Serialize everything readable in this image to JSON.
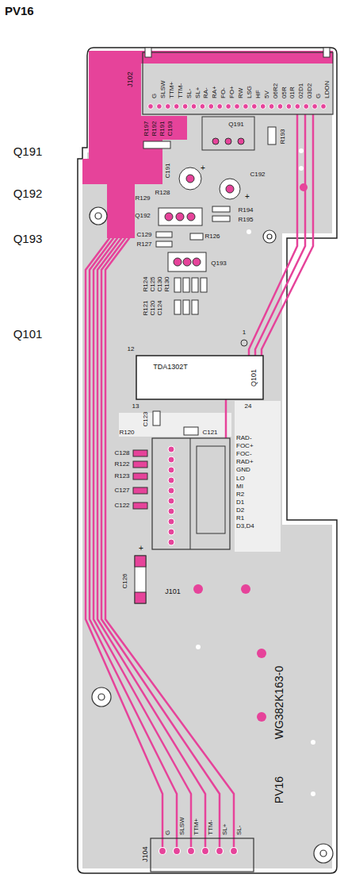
{
  "diagram": {
    "title": "PV16",
    "labels": [
      "Q191",
      "Q192",
      "Q193",
      "Q101",
      "J102",
      "G",
      "SLSW",
      "TTM+",
      "TTM-",
      "SL-",
      "SL+",
      "RA-",
      "RA+",
      "FO-",
      "FO+",
      "RW",
      "LSG",
      "HF",
      "5V",
      "06R2",
      "05R",
      "01R",
      "02D1",
      "03D2",
      "G",
      "LDON",
      "R197",
      "R192",
      "R191",
      "C193",
      "Q191",
      "R193",
      "C191",
      "+",
      "C192",
      "+",
      "R129",
      "R128",
      "Q192",
      "R194",
      "R195",
      "C129",
      "R127",
      "R126",
      "Q193",
      "R124",
      "C125",
      "C130",
      "R130",
      "R121",
      "C120",
      "C124",
      "1",
      "12",
      "TDA1302T",
      "Q101",
      "13",
      "24",
      "C123",
      "C121",
      "R120",
      "C128",
      "R122",
      "R123",
      "C127",
      "C122",
      "RAD-",
      "FOC+",
      "FOC-",
      "RAD+",
      "GND",
      "LO",
      "MI",
      "R2",
      "D1",
      "D2",
      "R1",
      "D3,D4",
      "J101",
      "C126",
      "+",
      "WG382K163-0",
      "PV16",
      "J104",
      "G",
      "SLSW",
      "TTM+",
      "TTM-",
      "SL+",
      "SL-"
    ]
  }
}
